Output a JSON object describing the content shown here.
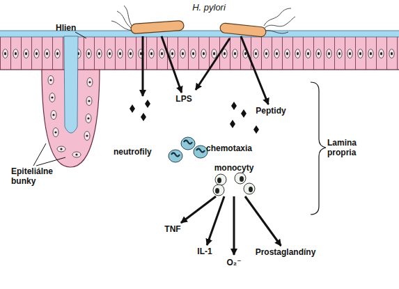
{
  "diagram": {
    "nodes": [
      {
        "text": [
          "H. pylori"
        ]
      },
      {
        "text": [
          "LPS"
        ]
      },
      {
        "text": [
          "Peptidy"
        ]
      },
      {
        "text": [
          "monocyty"
        ]
      },
      {
        "text": [
          "TNF"
        ]
      },
      {
        "text": [
          "IL-1"
        ]
      },
      {
        "text": [
          "O₂⁻"
        ]
      },
      {
        "text": [
          "Prostaglandíny"
        ]
      }
    ],
    "edges": [
      {
        "from": 0,
        "to": 1,
        "arrow": "to"
      },
      {
        "from": 0,
        "to": 2,
        "arrow": "to"
      },
      {
        "from": 3,
        "to": 4,
        "arrow": "to"
      },
      {
        "from": 3,
        "to": 5,
        "arrow": "to"
      },
      {
        "from": 3,
        "to": 6,
        "arrow": "to"
      },
      {
        "from": 3,
        "to": 7,
        "arrow": "to"
      }
    ],
    "labels": [
      "Hlien",
      "neutrofily",
      "chemotaxia",
      "Epiteliálne bunky",
      "Lamina propria"
    ]
  }
}
